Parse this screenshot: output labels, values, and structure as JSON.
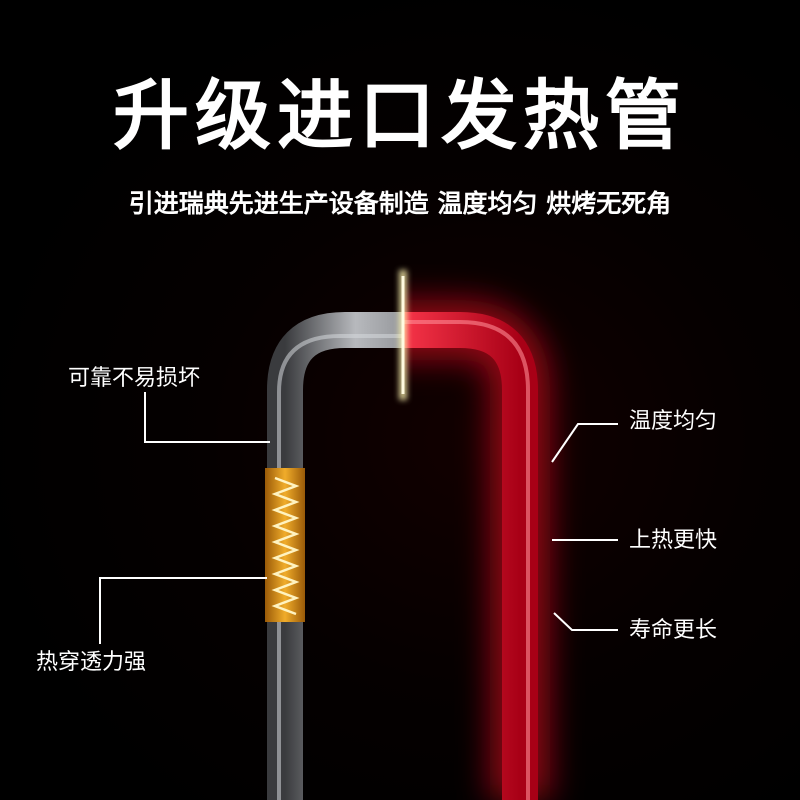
{
  "headline": {
    "title": "升级进口发热管",
    "subtitle": "引进瑞典先进生产设备制造 温度均匀 烘烤无死角"
  },
  "callouts": {
    "left": [
      {
        "id": "reliable",
        "text": "可靠不易损坏"
      },
      {
        "id": "penetrate",
        "text": "热穿透力强"
      }
    ],
    "right": [
      {
        "id": "uniform",
        "text": "温度均匀"
      },
      {
        "id": "fast",
        "text": "上热更快"
      },
      {
        "id": "life",
        "text": "寿命更长"
      }
    ]
  },
  "colors": {
    "background": "#000000",
    "tube_metal": "#8e9094",
    "tube_hot": "#e8102a",
    "spring_band": "#e39a1c",
    "spark": "#fff6b0",
    "text": "#ffffff"
  },
  "icons": {
    "tube": "heating-tube-illustration",
    "spring": "coil-spring-graphic",
    "spark": "divider-spark"
  }
}
